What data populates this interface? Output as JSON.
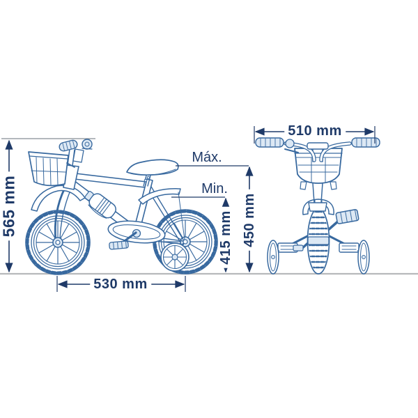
{
  "colors": {
    "dimension_line": "#1f3a68",
    "label_text": "#1f3a68",
    "bike_line_art": "#38699f",
    "bike_fill_light": "#dce8f4",
    "ground_line": "#b7b9bb",
    "extension_line": "#9aa0a6",
    "background": "#ffffff"
  },
  "side_view": {
    "labels": {
      "total_height": "565 mm",
      "wheelbase": "530 mm",
      "seat_height_max_tag": "Máx.",
      "seat_height_min_tag": "Min.",
      "seat_height_max": "450 mm",
      "seat_height_min": "415 mm"
    }
  },
  "front_view": {
    "labels": {
      "handlebar_width": "510 mm"
    }
  }
}
